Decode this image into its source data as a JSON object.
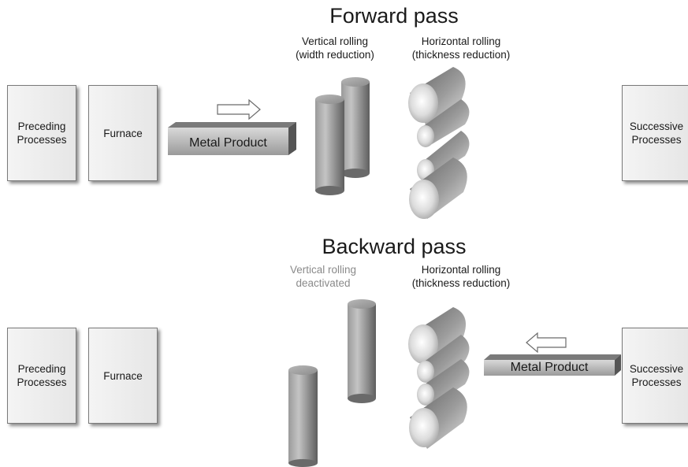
{
  "forward": {
    "title": "Forward pass",
    "vertical_label": [
      "Vertical rolling",
      "(width reduction)"
    ],
    "horizontal_label": [
      "Horizontal rolling",
      "(thickness reduction)"
    ],
    "preceding": [
      "Preceding",
      "Processes"
    ],
    "furnace": "Furnace",
    "product": "Metal Product",
    "successive": [
      "Successive",
      "Processes"
    ]
  },
  "backward": {
    "title": "Backward pass",
    "vertical_label": [
      "Vertical rolling",
      "deactivated"
    ],
    "horizontal_label": [
      "Horizontal rolling",
      "(thickness reduction)"
    ],
    "preceding": [
      "Preceding",
      "Processes"
    ],
    "furnace": "Furnace",
    "product": "Metal Product",
    "successive": [
      "Successive",
      "Processes"
    ]
  },
  "colors": {
    "box_border": "#7a7a7a",
    "roll_dark": "#6e6e6e",
    "roll_light": "#d8d8d8",
    "muted_text": "#8a8a8a"
  }
}
